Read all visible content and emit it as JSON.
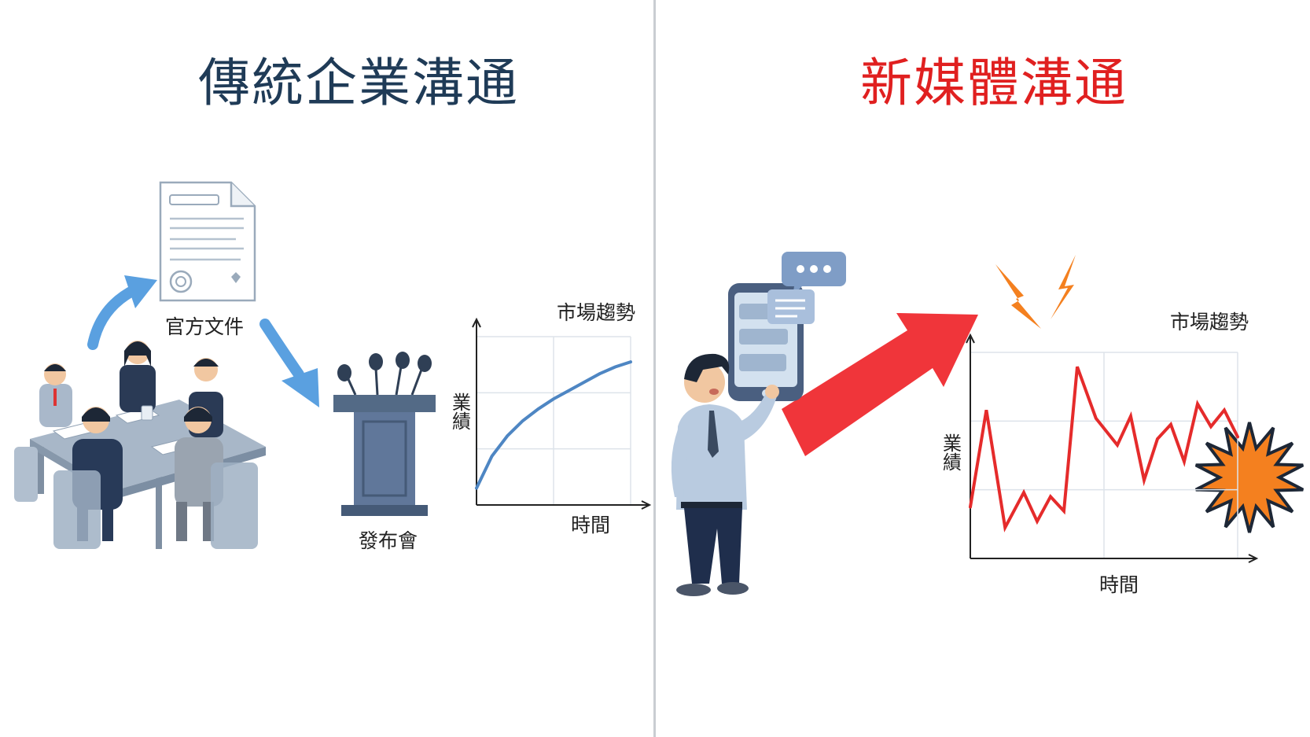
{
  "left": {
    "title": "傳統企業溝通",
    "document_label": "官方文件",
    "podium_label": "發布會",
    "chart_title": "市場趨勢",
    "x_label": "時間",
    "y_label": "業績",
    "colors": {
      "title": "#1f3b57",
      "arrow": "#5aa0e0",
      "line": "#4e86c3"
    }
  },
  "right": {
    "title": "新媒體溝通",
    "chart_title": "市場趨勢",
    "x_label": "時間",
    "y_label": "業績",
    "colors": {
      "title": "#e02020",
      "arrow": "#f0353a",
      "line": "#e52b2b",
      "burst": "#f4801f"
    }
  },
  "chart_data": [
    {
      "type": "line",
      "title": "市場趨勢",
      "xlabel": "時間",
      "ylabel": "業績",
      "x": [
        0,
        1,
        2,
        3,
        4,
        5,
        6,
        7,
        8,
        9,
        10
      ],
      "ylim": [
        0,
        10
      ],
      "xlim": [
        0,
        10
      ],
      "series": [
        {
          "values": [
            1.0,
            2.9,
            4.1,
            5.0,
            5.7,
            6.3,
            6.8,
            7.3,
            7.8,
            8.2,
            8.5
          ]
        }
      ]
    },
    {
      "type": "line",
      "title": "市場趨勢",
      "xlabel": "時間",
      "ylabel": "業績",
      "x": [
        0,
        0.6,
        1.3,
        2.0,
        2.5,
        3.0,
        3.5,
        4.0,
        4.7,
        5.5,
        6.0,
        6.5,
        7.0,
        7.5,
        8.0,
        8.5,
        9.0,
        9.5,
        10.0
      ],
      "ylim": [
        0,
        10
      ],
      "xlim": [
        0,
        10
      ],
      "series": [
        {
          "values": [
            2.5,
            7.2,
            1.5,
            3.2,
            1.8,
            3.0,
            2.3,
            9.3,
            6.8,
            5.5,
            6.9,
            3.8,
            5.8,
            6.5,
            4.7,
            7.5,
            6.4,
            7.2,
            5.9
          ]
        }
      ]
    }
  ]
}
